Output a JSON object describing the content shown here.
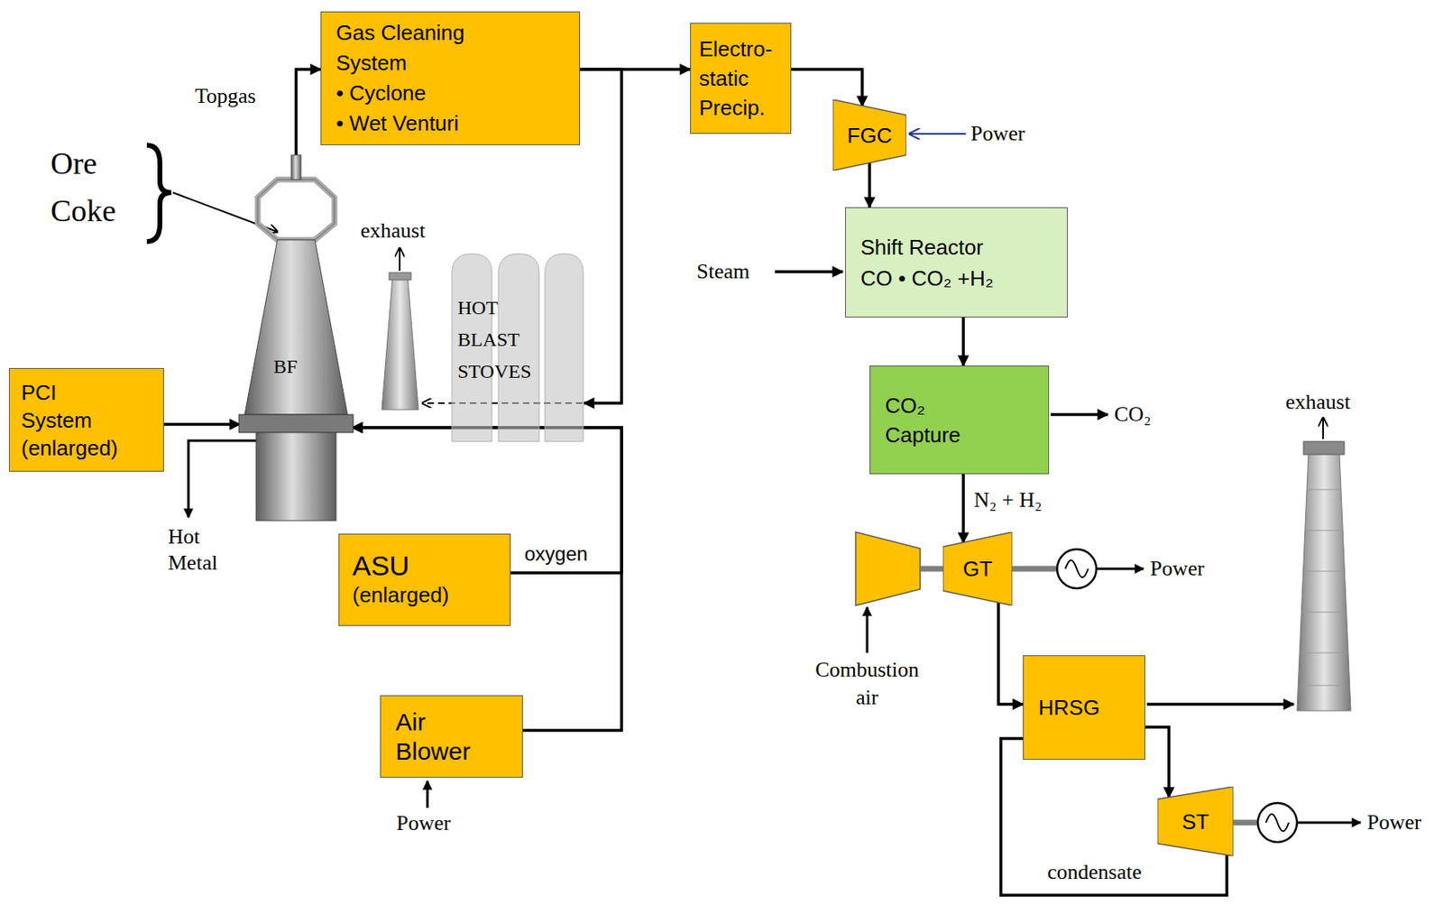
{
  "diagram": {
    "nodes": [
      {
        "text": [
          "Gas Cleaning System",
          "• Cyclone",
          "• Wet Venturi"
        ]
      },
      {
        "text": [
          "Electro- static Precip."
        ]
      },
      {
        "text": [
          "FGC"
        ]
      },
      {
        "text": [
          "BF"
        ]
      },
      {
        "text": [
          "HOT BLAST STOVES"
        ]
      },
      {
        "text": [
          "PCI System (enlarged)"
        ]
      },
      {
        "text": [
          "Shift Reactor CO • CO₂ +H₂"
        ]
      },
      {
        "text": [
          "CO₂ Capture"
        ]
      },
      {
        "text": [
          "ASU",
          "(enlarged)"
        ]
      },
      {
        "text": [
          "GT"
        ]
      },
      {
        "text": [
          "Air Blower"
        ]
      },
      {
        "text": [
          "HRSG"
        ]
      },
      {
        "text": [
          "ST"
        ]
      }
    ],
    "edges": [
      {
        "from": 3,
        "to": 0,
        "arrow": "to",
        "label": "Topgas"
      },
      {
        "from": 0,
        "to": 1,
        "arrow": "to"
      },
      {
        "from": 0,
        "to": 4,
        "arrow": "to"
      },
      {
        "from": 1,
        "to": 2,
        "arrow": "to"
      },
      {
        "from": 2,
        "to": 6,
        "arrow": "to"
      },
      {
        "from": 6,
        "to": 7,
        "arrow": "to"
      },
      {
        "from": 7,
        "to": 9,
        "arrow": "to",
        "label": "N₂ + H₂"
      },
      {
        "from": 5,
        "to": 3,
        "arrow": "to"
      },
      {
        "from": 8,
        "to": 3,
        "arrow": "to",
        "label": "oxygen"
      },
      {
        "from": 10,
        "to": 3,
        "arrow": "to"
      },
      {
        "from": 9,
        "to": 11,
        "arrow": "to"
      },
      {
        "from": 11,
        "to": 12,
        "arrow": "to"
      },
      {
        "from": 12,
        "to": 11,
        "arrow": "none",
        "label": "condensate"
      }
    ],
    "labels": [
      "Ore",
      "Coke",
      "exhaust",
      "Hot Metal",
      "Power",
      "Steam",
      "CO₂",
      "Power",
      "exhaust",
      "Combustion air",
      "Power",
      "Power"
    ]
  }
}
